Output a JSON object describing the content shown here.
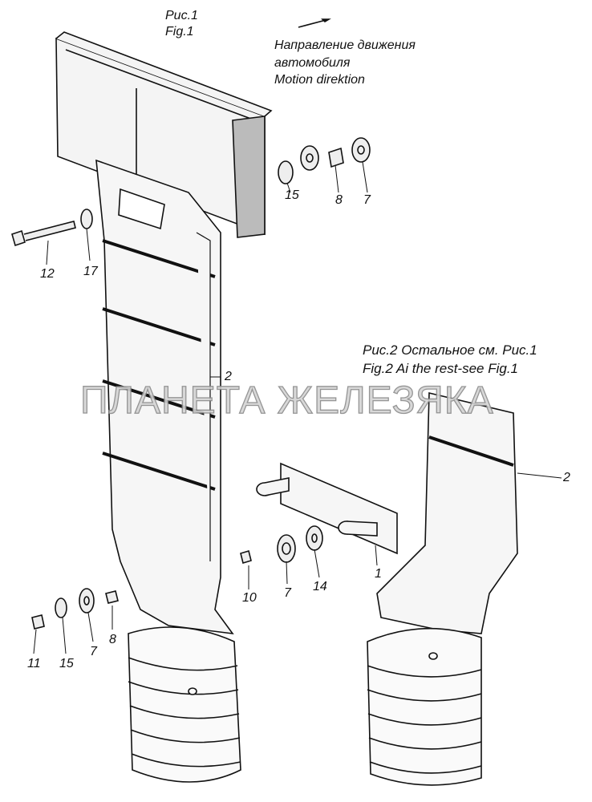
{
  "figure1": {
    "title_ru": "Рис.1",
    "title_en": "Fig.1"
  },
  "direction": {
    "ru_line1": "Направление движения",
    "ru_line2": "автомобиля",
    "en": "Motion direktion"
  },
  "figure2": {
    "title_ru": "Рис.2 Остальное см. Рис.1",
    "title_en": "Fig.2 Ai the rest-see Fig.1"
  },
  "watermark": "ПЛАНЕТА ЖЕЛЕЗЯКА",
  "callouts": [
    "15",
    "8",
    "7",
    "12",
    "17",
    "2",
    "2",
    "1",
    "10",
    "7",
    "14",
    "11",
    "15",
    "7",
    "8"
  ]
}
